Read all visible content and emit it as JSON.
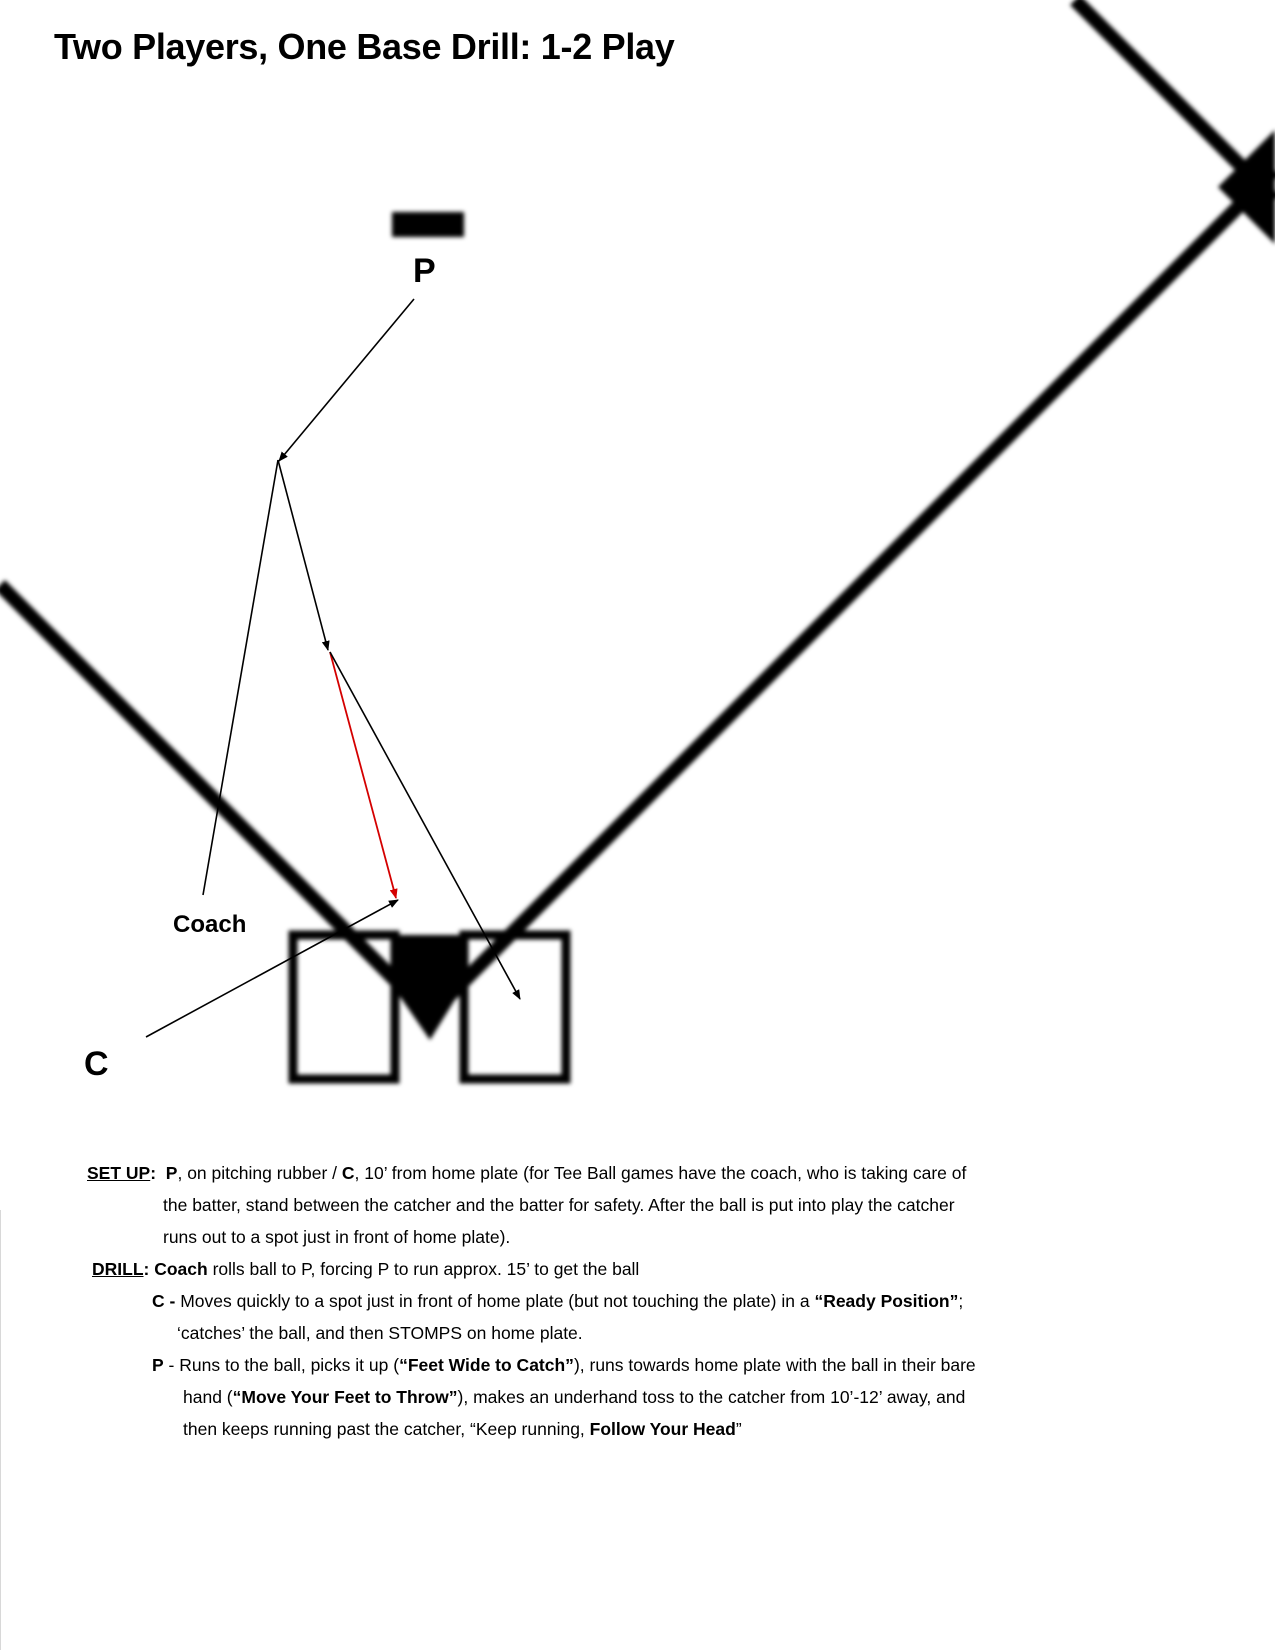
{
  "title": "Two Players, One Base Drill: 1-2 Play",
  "diagram": {
    "pitcher_label": "P",
    "coach_label": "Coach",
    "catcher_label": "C",
    "colors": {
      "line": "#000000",
      "throw": "#d40000"
    }
  },
  "notes": {
    "setup": {
      "label": "SET UP",
      "colon": ":",
      "p": "P",
      "text1": ", on pitching rubber / ",
      "c": "C",
      "text2": ", 10’ from home plate (for Tee Ball games have the coach, who is taking care of",
      "line2": "the batter, stand between the catcher and the batter for safety.  After the ball is put into play the catcher",
      "line3": "runs out to a spot just in front of home plate)."
    },
    "drill": {
      "label": "DRILL",
      "colon": ":",
      "coach": "Coach",
      "text": " rolls ball to P, forcing P to run approx. 15’ to get the ball"
    },
    "catcher": {
      "prefix": "C -",
      "text1": " Moves quickly to a spot just in front of home plate (but not touching the plate) in a ",
      "bold1": "“Ready Position”",
      "text2": ";",
      "line2": "‘catches’ the ball, and then  STOMPS on home plate."
    },
    "pitcher": {
      "prefix": "P",
      "text1": " - Runs to the ball, picks it up (",
      "bold1": "“Feet Wide to Catch”",
      "text2": "), runs towards home plate with the ball in their bare",
      "line2_a": "hand (",
      "bold2": "“Move Your Feet to Throw”",
      "line2_b": "), makes an underhand toss to the catcher from 10’-12’ away, and",
      "line3_a": "then keeps running past the catcher, “Keep running, ",
      "bold3": "Follow Your Head",
      "line3_b": "”"
    }
  }
}
